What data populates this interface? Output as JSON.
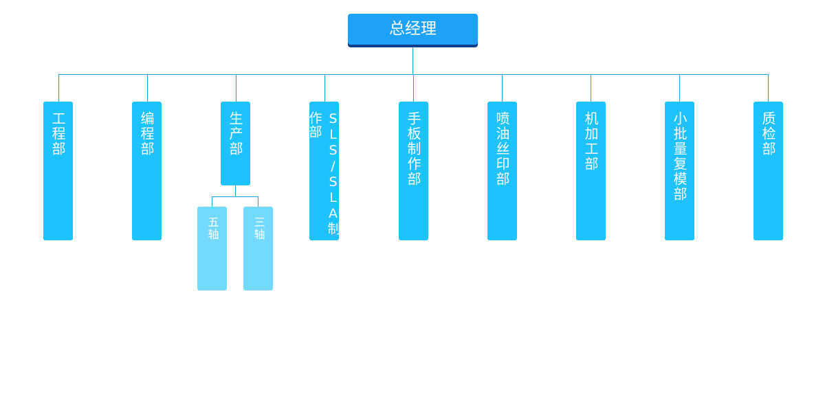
{
  "root": {
    "label": "总经理"
  },
  "departments": [
    {
      "id": "engineering",
      "label": "工程部"
    },
    {
      "id": "programming",
      "label": "编程部"
    },
    {
      "id": "production",
      "label": "生产部",
      "children": [
        "五轴",
        "三轴"
      ]
    },
    {
      "id": "sls-sla",
      "label": "SLS/SLA制作部"
    },
    {
      "id": "prototype",
      "label": "手板制作部"
    },
    {
      "id": "paint-print",
      "label": "喷油丝印部"
    },
    {
      "id": "machining",
      "label": "机加工部"
    },
    {
      "id": "small-batch",
      "label": "小批量复模部"
    },
    {
      "id": "qc",
      "label": "质检部"
    }
  ],
  "colors": {
    "root_fill": "#1ea2f9",
    "dept_fill": "#1ec2ff",
    "sub_fill": "#74d9ff",
    "connector": "#1aa3e0",
    "text": "#ffffff"
  }
}
